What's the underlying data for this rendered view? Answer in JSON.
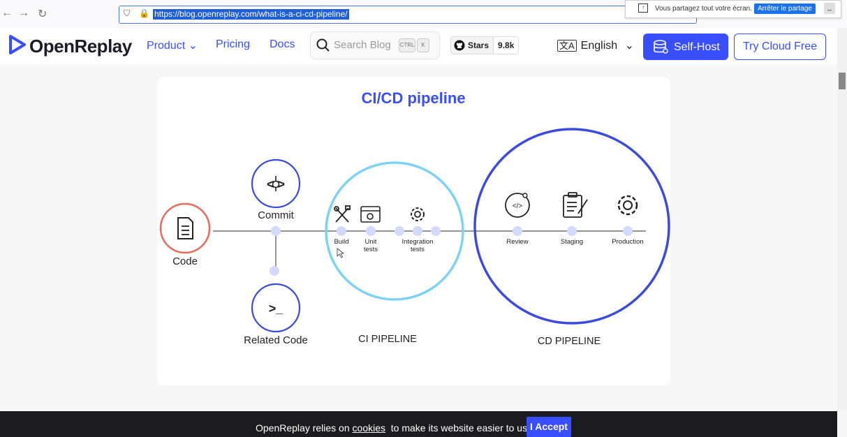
{
  "browser": {
    "url": "https://blog.openreplay.com/what-is-a-ci-cd-pipeline/",
    "share_text": "Vous partagez tout votre écran.",
    "share_stop": "Arrêter le partage",
    "minimize": "_"
  },
  "nav": {
    "logo": "OpenReplay",
    "product": "Product",
    "pricing": "Pricing",
    "docs": "Docs",
    "search_placeholder": "Search Blog",
    "key_ctrl": "CTRL",
    "key_k": "K",
    "stars_label": "Stars",
    "stars_count": "9.8k",
    "language": "English",
    "self_host": "Self-Host",
    "try_cloud": "Try Cloud Free"
  },
  "diagram": {
    "title": "CI/CD pipeline",
    "code": "Code",
    "commit": "Commit",
    "related_code": "Related Code",
    "build": "Build",
    "unit_tests_1": "Unit",
    "unit_tests_2": "tests",
    "integration_1": "Integration",
    "integration_2": "tests",
    "review": "Review",
    "staging": "Staging",
    "production": "Production",
    "ci_label": "CI PIPELINE",
    "cd_label": "CD PIPELINE",
    "commit_glyph": "< >",
    "terminal_glyph": ">_",
    "review_glyph": "</>",
    "colors": {
      "accent": "#394eff",
      "ci": "#7fd3f2",
      "cd": "#3b4ae0",
      "code": "#e86a5a",
      "node": "#d3d9fb"
    }
  },
  "cookie": {
    "text_before": "OpenReplay relies on",
    "link": "cookies",
    "text_after": "to make its website easier to use.",
    "accept": "I Accept"
  }
}
